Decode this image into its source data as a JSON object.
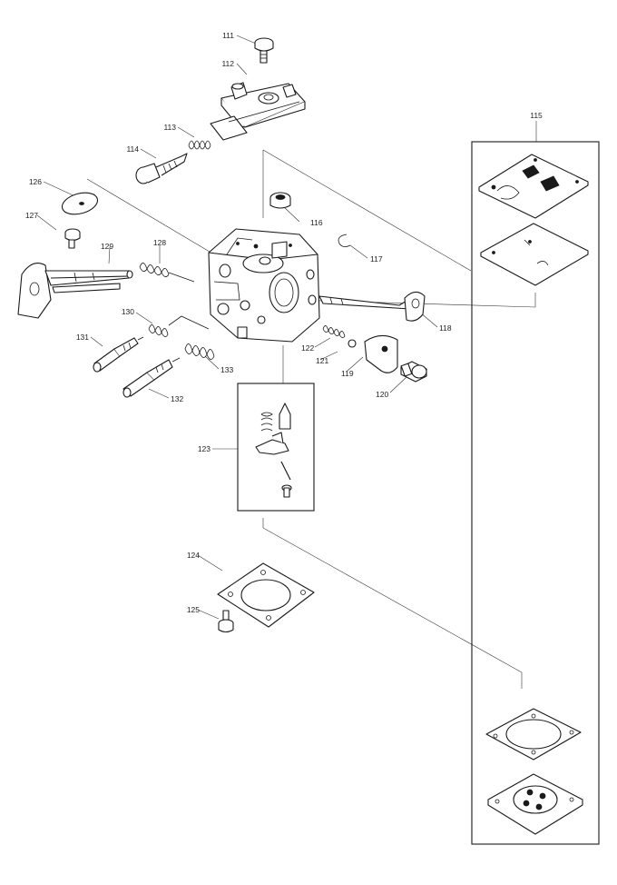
{
  "parts": [
    {
      "id": "p111",
      "number": "111"
    },
    {
      "id": "p112",
      "number": "112"
    },
    {
      "id": "p113",
      "number": "113"
    },
    {
      "id": "p114",
      "number": "114"
    },
    {
      "id": "p115",
      "number": "115"
    },
    {
      "id": "p116",
      "number": "116"
    },
    {
      "id": "p117",
      "number": "117"
    },
    {
      "id": "p118",
      "number": "118"
    },
    {
      "id": "p119",
      "number": "119"
    },
    {
      "id": "p120",
      "number": "120"
    },
    {
      "id": "p121",
      "number": "121"
    },
    {
      "id": "p122",
      "number": "122"
    },
    {
      "id": "p123",
      "number": "123"
    },
    {
      "id": "p124",
      "number": "124"
    },
    {
      "id": "p125",
      "number": "125"
    },
    {
      "id": "p126",
      "number": "126"
    },
    {
      "id": "p127",
      "number": "127"
    },
    {
      "id": "p128",
      "number": "128"
    },
    {
      "id": "p129",
      "number": "129"
    },
    {
      "id": "p130",
      "number": "130"
    },
    {
      "id": "p131",
      "number": "131"
    },
    {
      "id": "p132",
      "number": "132"
    },
    {
      "id": "p133",
      "number": "133"
    }
  ],
  "colors": {
    "line": "#1a1a1a",
    "background": "#ffffff"
  }
}
